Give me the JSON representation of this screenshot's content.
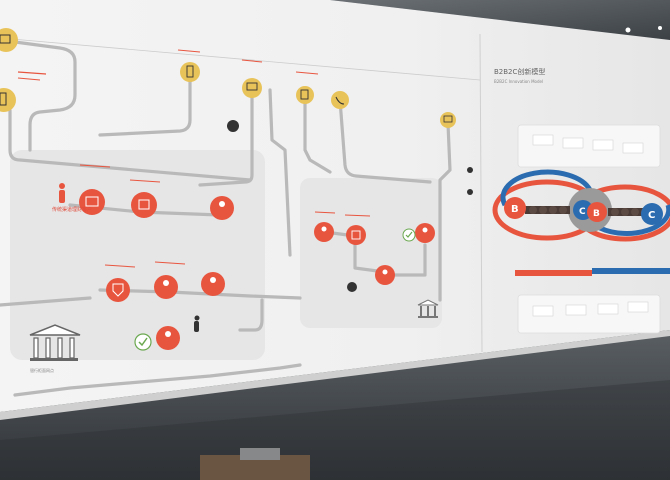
{
  "panel_right": {
    "title": "B2B2C创新模型",
    "subtitle": "B2B2C Innovation Model"
  },
  "model": {
    "node_b_left": "B",
    "node_c_left": "C",
    "node_b_right": "B",
    "node_c_right": "C"
  },
  "labels": {
    "customer_left": "传统渠道理财客户",
    "bank_left": "银行柜面网点"
  },
  "colors": {
    "accent_red": "#e8553f",
    "accent_blue": "#2b6cb0",
    "gold": "#e8c35a",
    "track_grey": "#b9b9b9",
    "zone_grey": "#e4e4e4"
  },
  "icons": [
    "monitor-icon",
    "mobile-icon",
    "lock-icon",
    "person-icon",
    "bank-icon",
    "check-icon",
    "document-icon",
    "phone-icon",
    "money-icon",
    "shield-icon"
  ]
}
